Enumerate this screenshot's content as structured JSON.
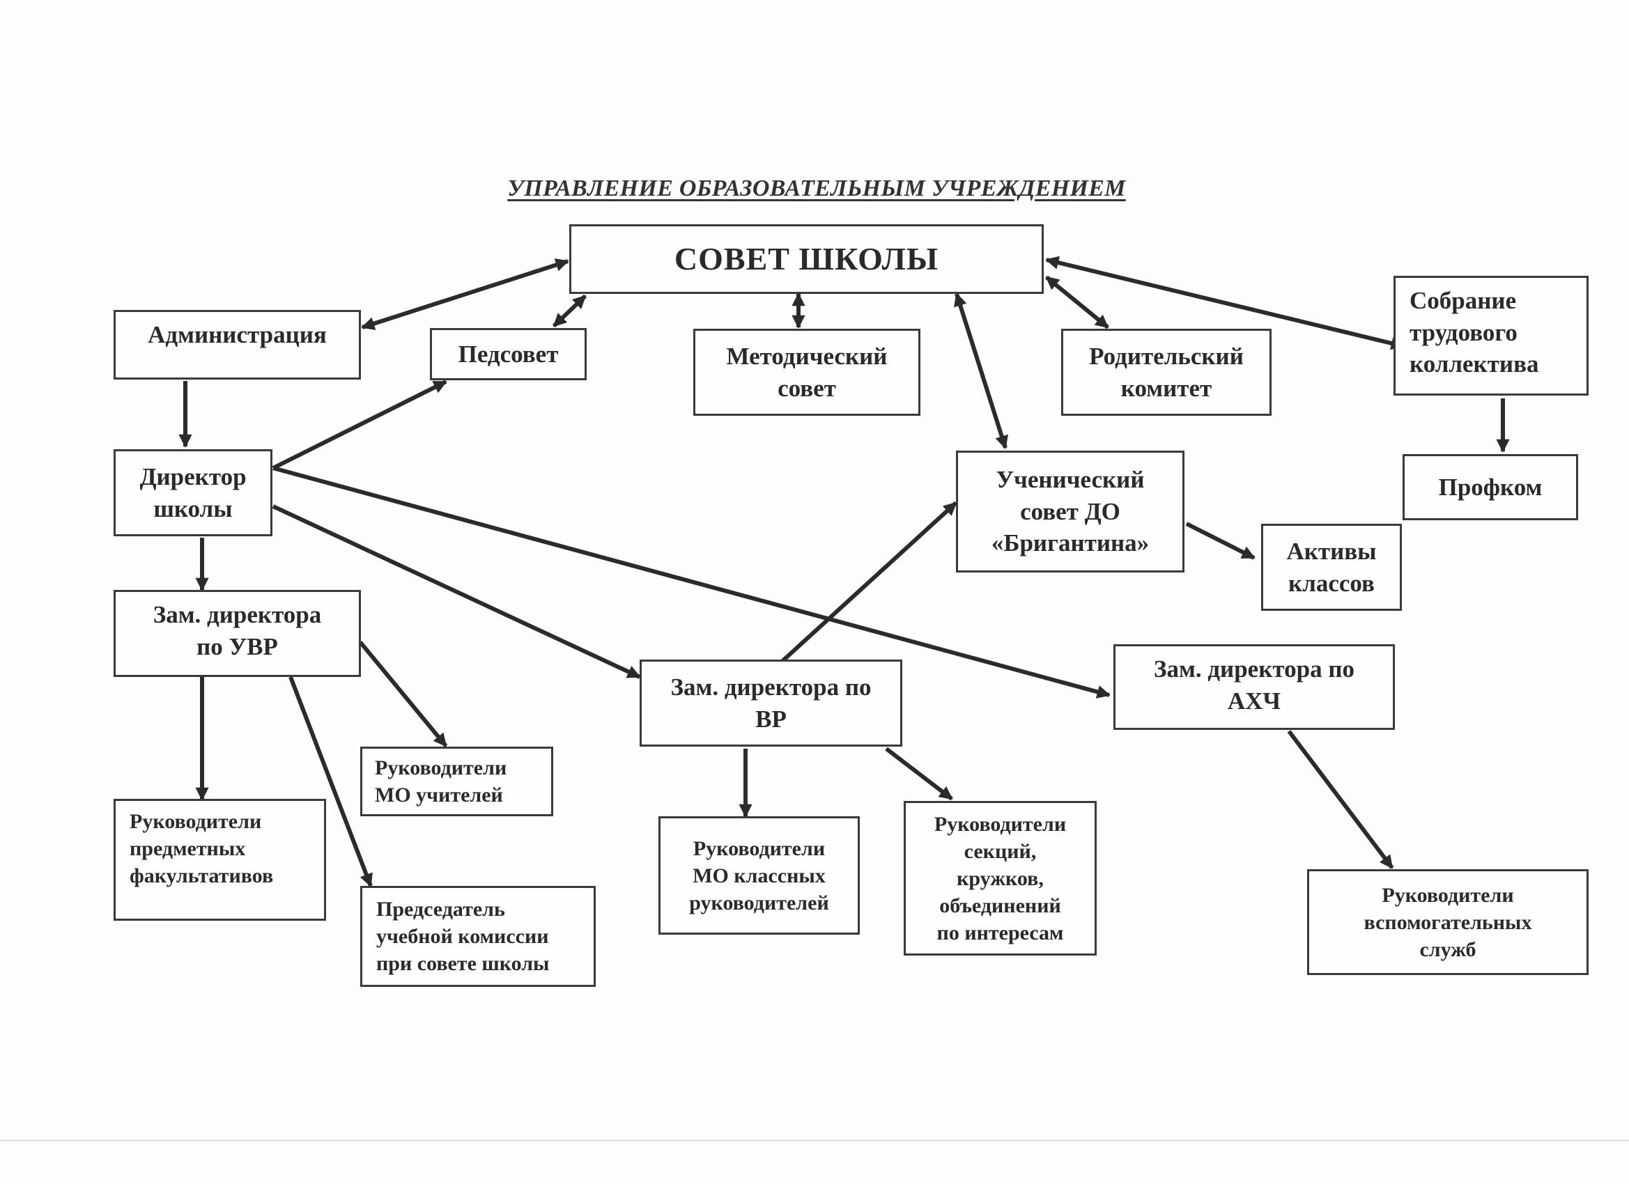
{
  "title": "УПРАВЛЕНИЕ ОБРАЗОВАТЕЛЬНЫМ УЧРЕЖДЕНИЕМ",
  "nodes": {
    "sovet": "СОВЕТ ШКОЛЫ",
    "admin": "Администрация",
    "pedsovet": "Педсовет",
    "metod": "Методический\nсовет",
    "roditel": "Родительский\nкомитет",
    "sobranie": "Собрание\nтрудового\nколлектива",
    "profkom": "Профком",
    "director": "Директор\nшколы",
    "uchenich": "Ученический\nсовет ДО\n«Бригантина»",
    "aktivy": "Активы\nклассов",
    "zam_uvr": "Зам. директора\nпо УВР",
    "zam_vr": "Зам. директора по\nВР",
    "zam_ahch": "Зам. директора по\nАХЧ",
    "ruk_mo_uch": "Руководители\nМО учителей",
    "ruk_fakult": "Руководители\nпредметных\nфакультативов",
    "predsedatel": "Председатель\nучебной комиссии\nпри совете школы",
    "ruk_mo_kl": "Руководители\nМО классных\nруководителей",
    "ruk_sekc": "Руководители\nсекций,\nкружков,\nобъединений\nпо интересам",
    "ruk_vspom": "Руководители\nвспомогательных\nслужб"
  },
  "edges": [
    {
      "from": "sovet",
      "to": "admin",
      "direction": "both"
    },
    {
      "from": "sovet",
      "to": "pedsovet",
      "direction": "both"
    },
    {
      "from": "sovet",
      "to": "metod",
      "direction": "both"
    },
    {
      "from": "sovet",
      "to": "uchenich",
      "direction": "both"
    },
    {
      "from": "sovet",
      "to": "roditel",
      "direction": "both"
    },
    {
      "from": "sovet",
      "to": "sobranie",
      "direction": "both"
    },
    {
      "from": "admin",
      "to": "director",
      "direction": "forward"
    },
    {
      "from": "sobranie",
      "to": "profkom",
      "direction": "forward"
    },
    {
      "from": "director",
      "to": "pedsovet",
      "direction": "forward"
    },
    {
      "from": "director",
      "to": "zam_uvr",
      "direction": "forward"
    },
    {
      "from": "director",
      "to": "zam_vr",
      "direction": "forward"
    },
    {
      "from": "director",
      "to": "zam_ahch",
      "direction": "forward"
    },
    {
      "from": "zam_vr",
      "to": "uchenich",
      "direction": "forward"
    },
    {
      "from": "uchenich",
      "to": "aktivy",
      "direction": "forward"
    },
    {
      "from": "zam_uvr",
      "to": "ruk_fakult",
      "direction": "forward"
    },
    {
      "from": "zam_uvr",
      "to": "ruk_mo_uch",
      "direction": "forward"
    },
    {
      "from": "zam_uvr",
      "to": "predsedatel",
      "direction": "forward"
    },
    {
      "from": "zam_vr",
      "to": "ruk_mo_kl",
      "direction": "forward"
    },
    {
      "from": "zam_vr",
      "to": "ruk_sekc",
      "direction": "forward"
    },
    {
      "from": "zam_ahch",
      "to": "ruk_vspom",
      "direction": "forward"
    }
  ]
}
